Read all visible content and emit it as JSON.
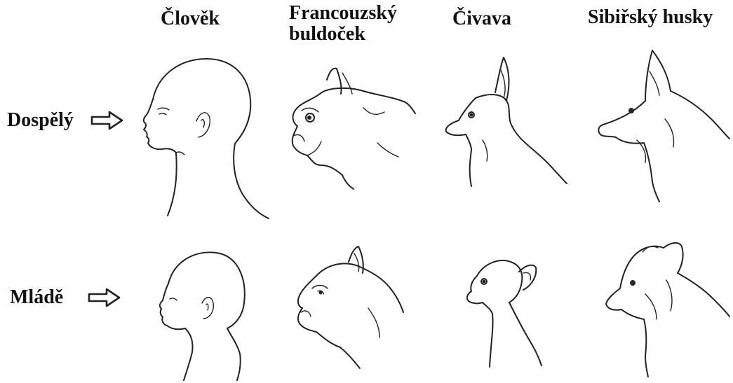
{
  "columns": [
    {
      "label_line1": "Člověk",
      "label_line2": ""
    },
    {
      "label_line1": "Francouzský",
      "label_line2": "buldoček"
    },
    {
      "label_line1": "Čivava",
      "label_line2": ""
    },
    {
      "label_line1": "Sibiřský husky",
      "label_line2": ""
    }
  ],
  "rows": [
    {
      "label": "Dospělý"
    },
    {
      "label": "Mládě"
    }
  ],
  "icons": {
    "row_arrow": "outline-right-arrow-icon",
    "cells": [
      [
        "adult-human-head-icon",
        "adult-french-bulldog-head-icon",
        "adult-chihuahua-head-icon",
        "adult-husky-head-icon"
      ],
      [
        "baby-human-head-icon",
        "french-bulldog-puppy-head-icon",
        "chihuahua-puppy-head-icon",
        "husky-puppy-head-icon"
      ]
    ]
  }
}
